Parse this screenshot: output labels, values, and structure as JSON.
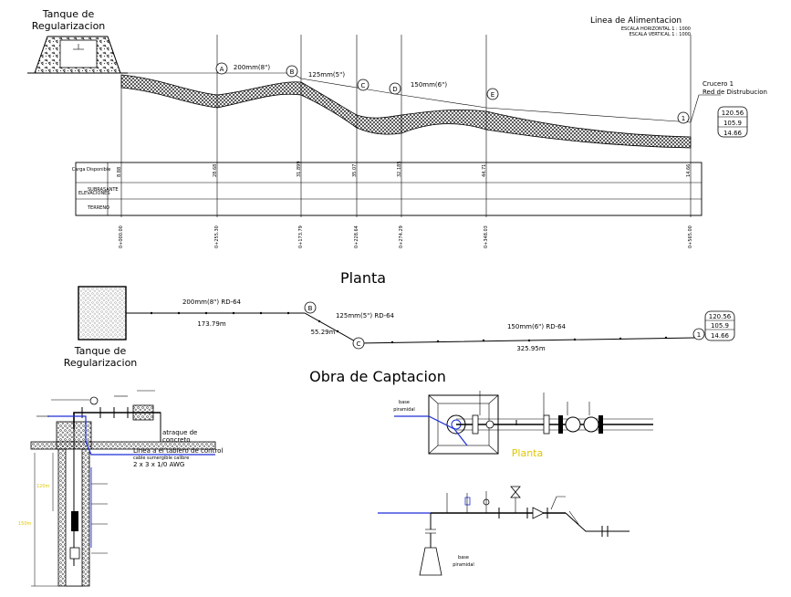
{
  "profile": {
    "tank_label_line1": "Tanque de",
    "tank_label_line2": "Regularizacion",
    "title": "Linea de Alimentacion",
    "scale_h": "ESCALA HORIZONTAL 1 : 1000",
    "scale_v": "ESCALA VERTICAL 1 : 1000",
    "nodes": [
      "A",
      "B",
      "C",
      "D",
      "E",
      "1"
    ],
    "pipe_labels": [
      "200mm(8\")",
      "125mm(5\")",
      "150mm(6\")"
    ],
    "crucero_line1": "Crucero 1",
    "crucero_line2": "Red de Distrubucion",
    "elev_box": [
      "120.56",
      "105.9",
      "14.66"
    ],
    "table_row_labels": [
      "Carga Disponible",
      "ELEVACIONES",
      "TERRENO"
    ],
    "table_sub_label": "SUBRASANTE",
    "stations": [
      "0+000.00",
      "0+255.30",
      "0+173.79",
      "0+228.64",
      "0+274.29",
      "0+348.03",
      "0+565.00"
    ],
    "carga_values": [
      "8.88",
      "28.68",
      "31.899",
      "35.07",
      "32.185",
      "44.71",
      "14.66"
    ]
  },
  "plan": {
    "title": "Planta",
    "tank_label_line1": "Tanque de",
    "tank_label_line2": "Regularizacion",
    "seg1_label": "200mm(8\") RD-64",
    "seg1_length": "173.79m",
    "seg2_label": "125mm(5\") RD-64",
    "seg2_length": "55.29m",
    "seg3_label": "150mm(6\") RD-64",
    "seg3_length": "325.95m",
    "nodes": [
      "B",
      "C",
      "1"
    ],
    "elev_box": [
      "120.56",
      "105.9",
      "14.66"
    ]
  },
  "captacion": {
    "title": "Obra de Captacion",
    "atraque_line1": "atraque de",
    "atraque_line2": "concreto",
    "cable_line1": "Linea a el tablero de control",
    "cable_line2": "cable sumergible calibre",
    "cable_line3": "2 x 3 x 1/0 AWG",
    "depth_1": "120m",
    "depth_2": "150m",
    "base_label_1": "base",
    "base_label_2": "piramidal",
    "planta_label": "Planta",
    "base2_label_1": "base",
    "base2_label_2": "piramidal"
  },
  "colors": {
    "blue": "#1f2fd6",
    "yellow": "#e0c800"
  }
}
